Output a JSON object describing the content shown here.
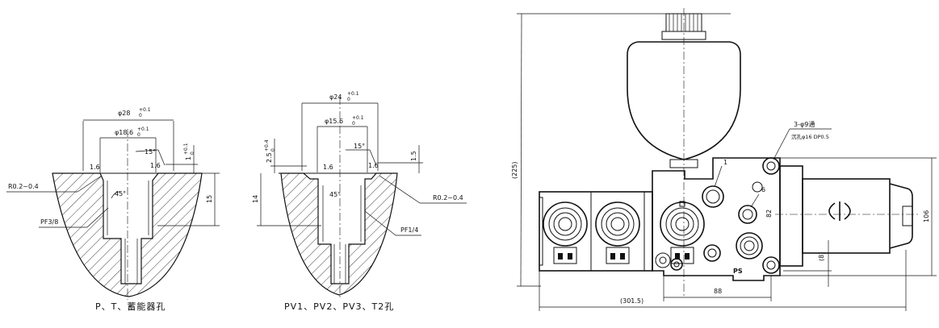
{
  "section_a": {
    "dia_outer": "φ28",
    "dia_outer_tol_upper": "+0.1",
    "dia_outer_tol_lower": "0",
    "dia_inner": "φ18.6",
    "dia_inner_tol_upper": "+0.1",
    "dia_inner_tol_lower": "0",
    "angle_15": "15°",
    "angle_45": "45°",
    "finish_1": "1.6",
    "finish_2": "1.6",
    "depth_1": "1",
    "depth_1_tol_upper": "+0.1",
    "depth_1_tol_lower": "0",
    "radius": "R0.2~0.4",
    "thread": "PF3/8",
    "depth_15": "15",
    "caption": "P、T、蓄能器孔"
  },
  "section_b": {
    "dia_outer": "φ24",
    "dia_outer_tol_upper": "+0.1",
    "dia_outer_tol_lower": "0",
    "dia_inner": "φ15.6",
    "dia_inner_tol_upper": "+0.1",
    "dia_inner_tol_lower": "0",
    "angle_15": "15°",
    "angle_45": "45°",
    "finish_1": "1.6",
    "finish_2": "1.6",
    "depth_25": "2.5",
    "depth_25_tol_upper": "+0.4",
    "depth_25_tol_lower": "0",
    "depth_15": "1.5",
    "depth_14": "14",
    "radius": "R0.2~0.4",
    "thread": "PF1/4",
    "caption": "PV1、PV2、PV3、T2孔"
  },
  "assembly": {
    "dim_height_total": "(225)",
    "dim_width_total": "(301.5)",
    "dim_88": "88",
    "dim_82": "82",
    "dim_106": "106",
    "dim_8": "(8)",
    "hole_note_1": "3-φ9通",
    "hole_note_2": "沉孔φ16 DP0.5",
    "port_1": "1",
    "port_6": "6",
    "port_ps": "PS"
  }
}
